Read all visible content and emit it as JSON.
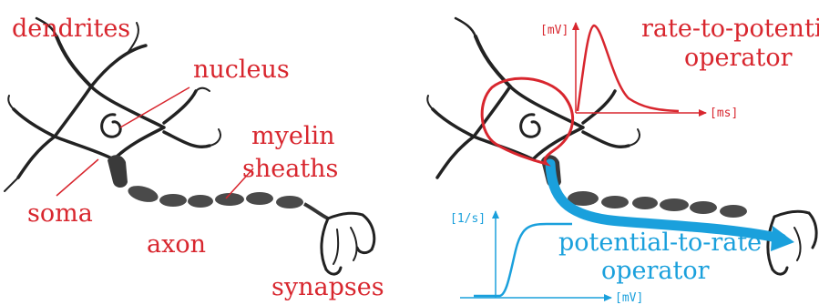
{
  "left_panel": {
    "labels": {
      "dendrites": "dendrites",
      "nucleus": "nucleus",
      "myelin_line1": "myelin",
      "myelin_line2": "sheaths",
      "soma": "soma",
      "axon": "axon",
      "synapses": "synapses"
    }
  },
  "right_panel": {
    "rate_to_potential": {
      "line1": "rate-to-potential",
      "line2": "operator",
      "y_axis_label": "[mV]",
      "x_axis_label": "[ms]"
    },
    "potential_to_rate": {
      "line1": "potential-to-rate",
      "line2": "operator",
      "y_axis_label": "[1/s]",
      "x_axis_label": "[mV]"
    }
  },
  "colors": {
    "label_red": "#d8262e",
    "operator_blue": "#1aa0dc",
    "neuron_ink": "#222222",
    "myelin_gray": "#4a4a4a"
  }
}
